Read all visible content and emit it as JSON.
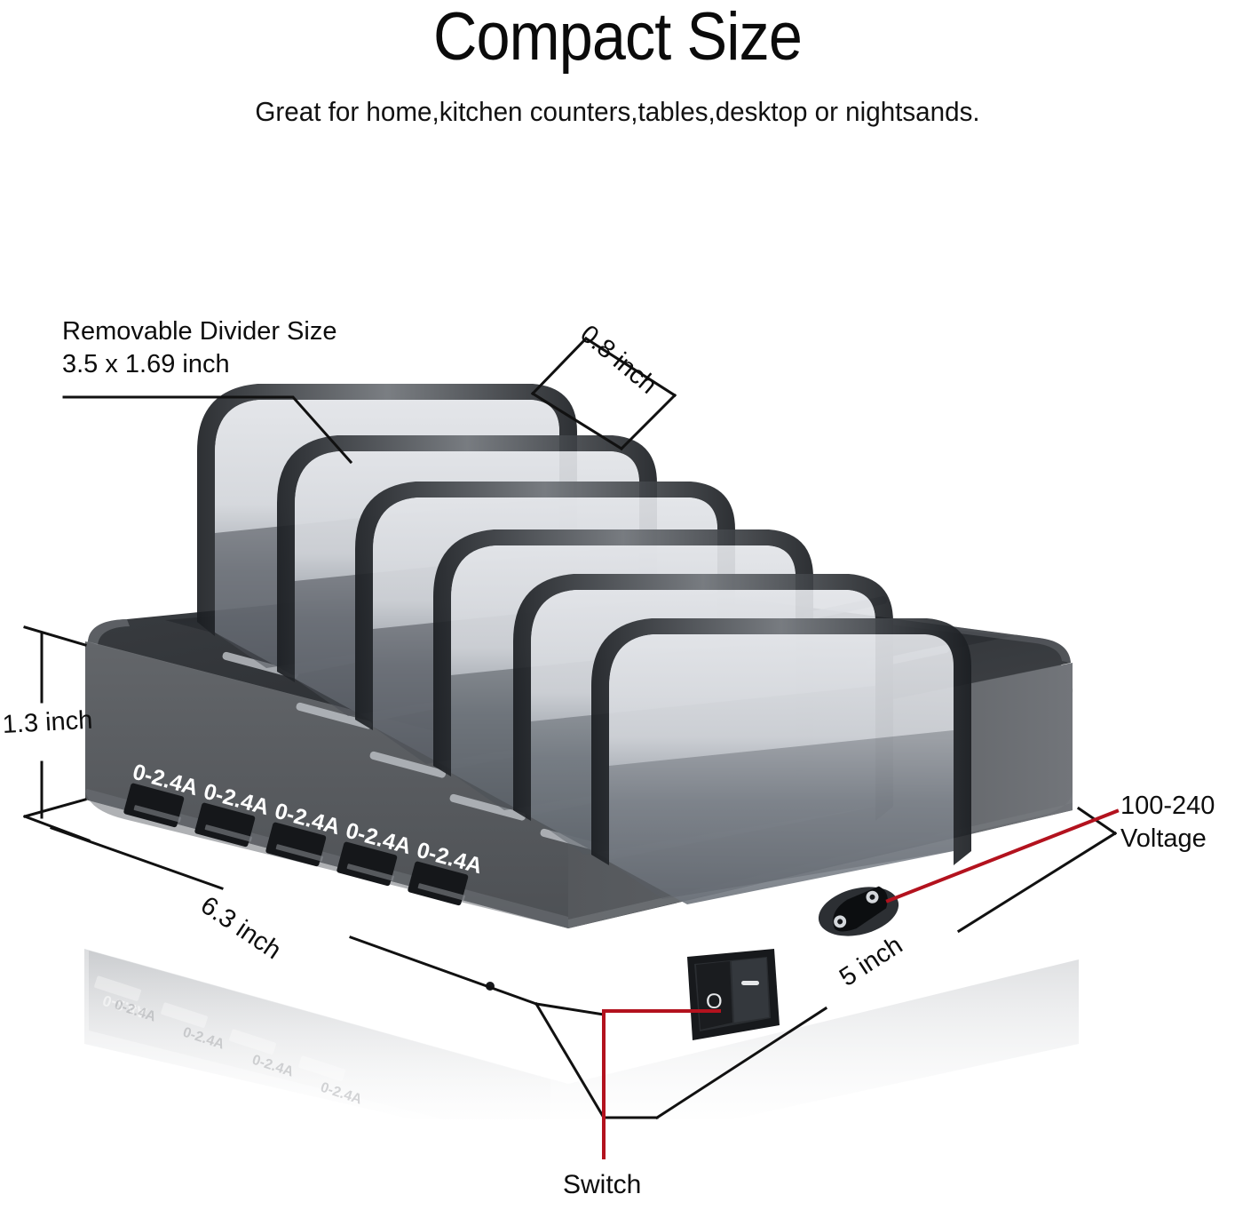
{
  "header": {
    "title": "Compact Size",
    "subtitle": "Great for home,kitchen counters,tables,desktop or nightsands."
  },
  "annotations": {
    "divider_size": "Removable Divider Size\n3.5 x 1.69 inch",
    "voltage": "100-240\nVoltage",
    "switch": "Switch"
  },
  "dimensions": {
    "divider_thickness": "0.8 inch",
    "height": "1.3 inch",
    "width": "6.3 inch",
    "depth": "5 inch"
  },
  "product": {
    "usb_ports": [
      {
        "label": "0-2.4A"
      },
      {
        "label": "0-2.4A"
      },
      {
        "label": "0-2.4A"
      },
      {
        "label": "0-2.4A"
      },
      {
        "label": "0-2.4A"
      }
    ],
    "switch_markings": {
      "off": "O",
      "on": "—"
    },
    "divider_count": 6
  },
  "colors": {
    "leader_line": "#b3121e",
    "dimension_line": "#111111",
    "body_dark": "#3c3f43",
    "body_top": "#2c2f33",
    "body_face": "#55585c",
    "divider_glass": "#c9ccd2",
    "text": "#0d0d0d",
    "background": "#ffffff"
  }
}
